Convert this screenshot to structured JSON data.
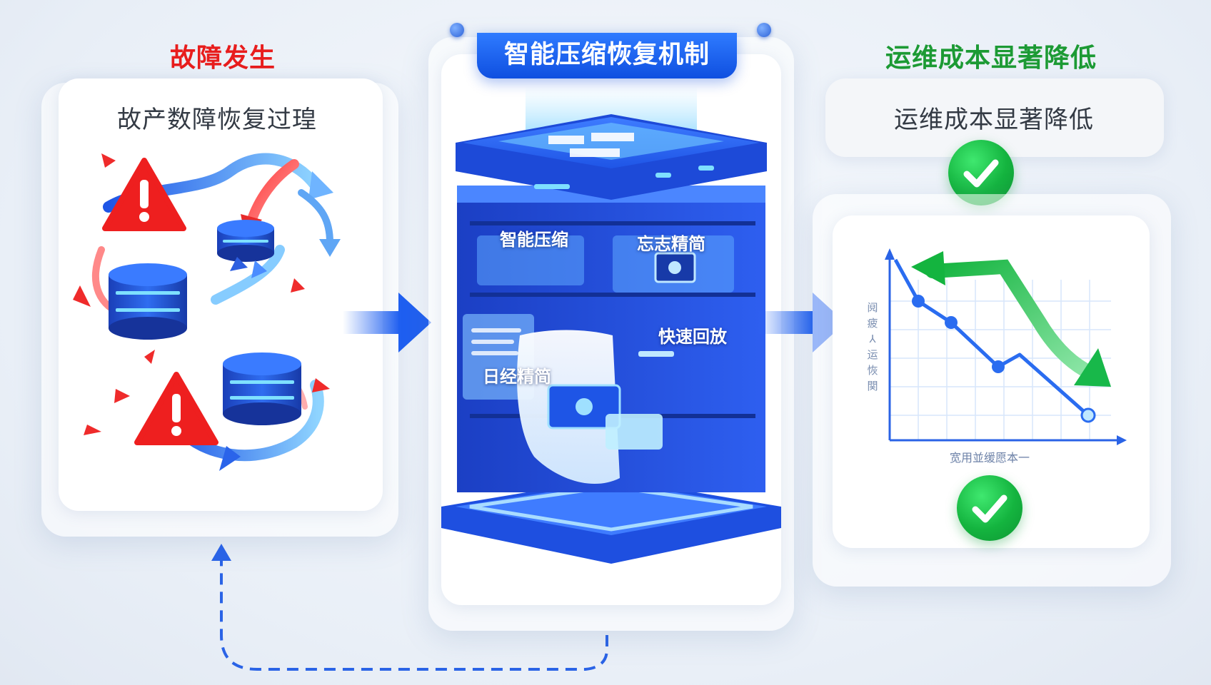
{
  "left": {
    "heading": "故障发生",
    "card_title": "故产数障恢复过瑝"
  },
  "center": {
    "banner": "智能压缩恢复机制",
    "labels": {
      "smart_compress": "智能压缩",
      "log_simplify": "忘志精简",
      "fast_replay": "快速回放",
      "daily_simplify": "日经精简"
    }
  },
  "right": {
    "heading": "运维成本显著降低",
    "card_title": "运维成本显著降低",
    "chart_y_label": [
      "阋",
      "疲",
      "⅄",
      "运",
      "恢",
      "関"
    ],
    "chart_x_label": "宽用並缓愿本一"
  },
  "colors": {
    "alert_red": "#e81d1d",
    "primary_blue": "#1f5ff0",
    "success_green": "#1c9a34"
  }
}
